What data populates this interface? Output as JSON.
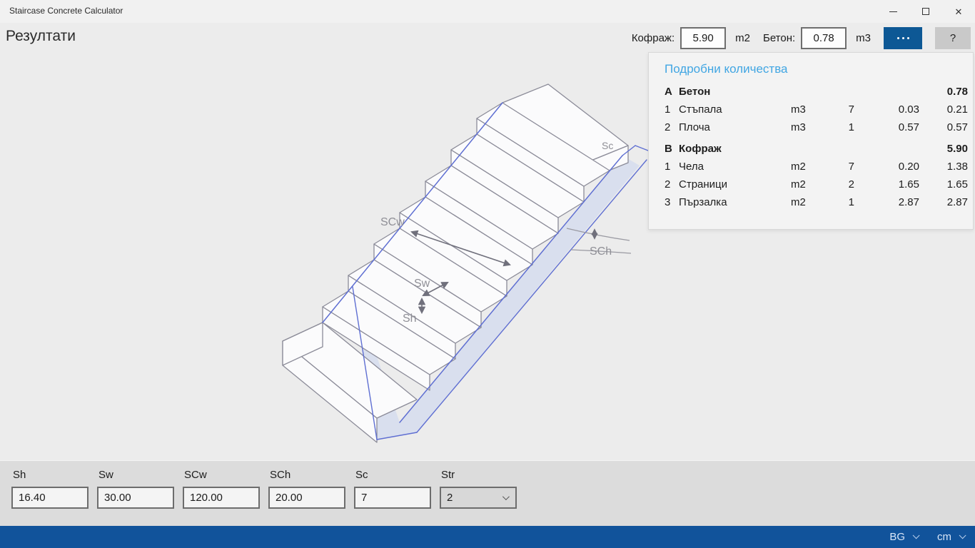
{
  "window": {
    "title": "Staircase Concrete Calculator"
  },
  "header": {
    "page_title": "Резултати",
    "formwork_label": "Кофраж:",
    "formwork_value": "5.90",
    "formwork_unit": "m2",
    "concrete_label": "Бетон:",
    "concrete_value": "0.78",
    "concrete_unit": "m3",
    "help_label": "?"
  },
  "panel": {
    "title": "Подробни количества",
    "rows": [
      {
        "idx": "A",
        "name": "Бетон",
        "unit": "",
        "count": "",
        "value": "",
        "total": "0.78",
        "section": true
      },
      {
        "idx": "1",
        "name": "Стъпала",
        "unit": "m3",
        "count": "7",
        "value": "0.03",
        "total": "0.21",
        "section": false
      },
      {
        "idx": "2",
        "name": "Плоча",
        "unit": "m3",
        "count": "1",
        "value": "0.57",
        "total": "0.57",
        "section": false
      },
      {
        "idx": "B",
        "name": "Кофраж",
        "unit": "",
        "count": "",
        "value": "",
        "total": "5.90",
        "section": true
      },
      {
        "idx": "1",
        "name": "Чела",
        "unit": "m2",
        "count": "7",
        "value": "0.20",
        "total": "1.38",
        "section": false
      },
      {
        "idx": "2",
        "name": "Страници",
        "unit": "m2",
        "count": "2",
        "value": "1.65",
        "total": "1.65",
        "section": false
      },
      {
        "idx": "3",
        "name": "Пързалка",
        "unit": "m2",
        "count": "1",
        "value": "2.87",
        "total": "2.87",
        "section": false
      }
    ]
  },
  "drawing": {
    "labels": {
      "scw": "SCw",
      "sch": "SCh",
      "sw": "Sw",
      "sh": "Sh",
      "sc": "Sc"
    }
  },
  "inputs": [
    {
      "label": "Sh",
      "value": "16.40"
    },
    {
      "label": "Sw",
      "value": "30.00"
    },
    {
      "label": "SCw",
      "value": "120.00"
    },
    {
      "label": "SCh",
      "value": "20.00"
    },
    {
      "label": "Sc",
      "value": "7"
    },
    {
      "label": "Str",
      "value": "2"
    }
  ],
  "statusbar": {
    "language": "BG",
    "unit": "cm"
  },
  "colors": {
    "accent_button": "#0d5895",
    "statusbar_bg": "#11539b",
    "panel_heading": "#41a6e3",
    "blueprint_line": "#5f6fd2"
  }
}
